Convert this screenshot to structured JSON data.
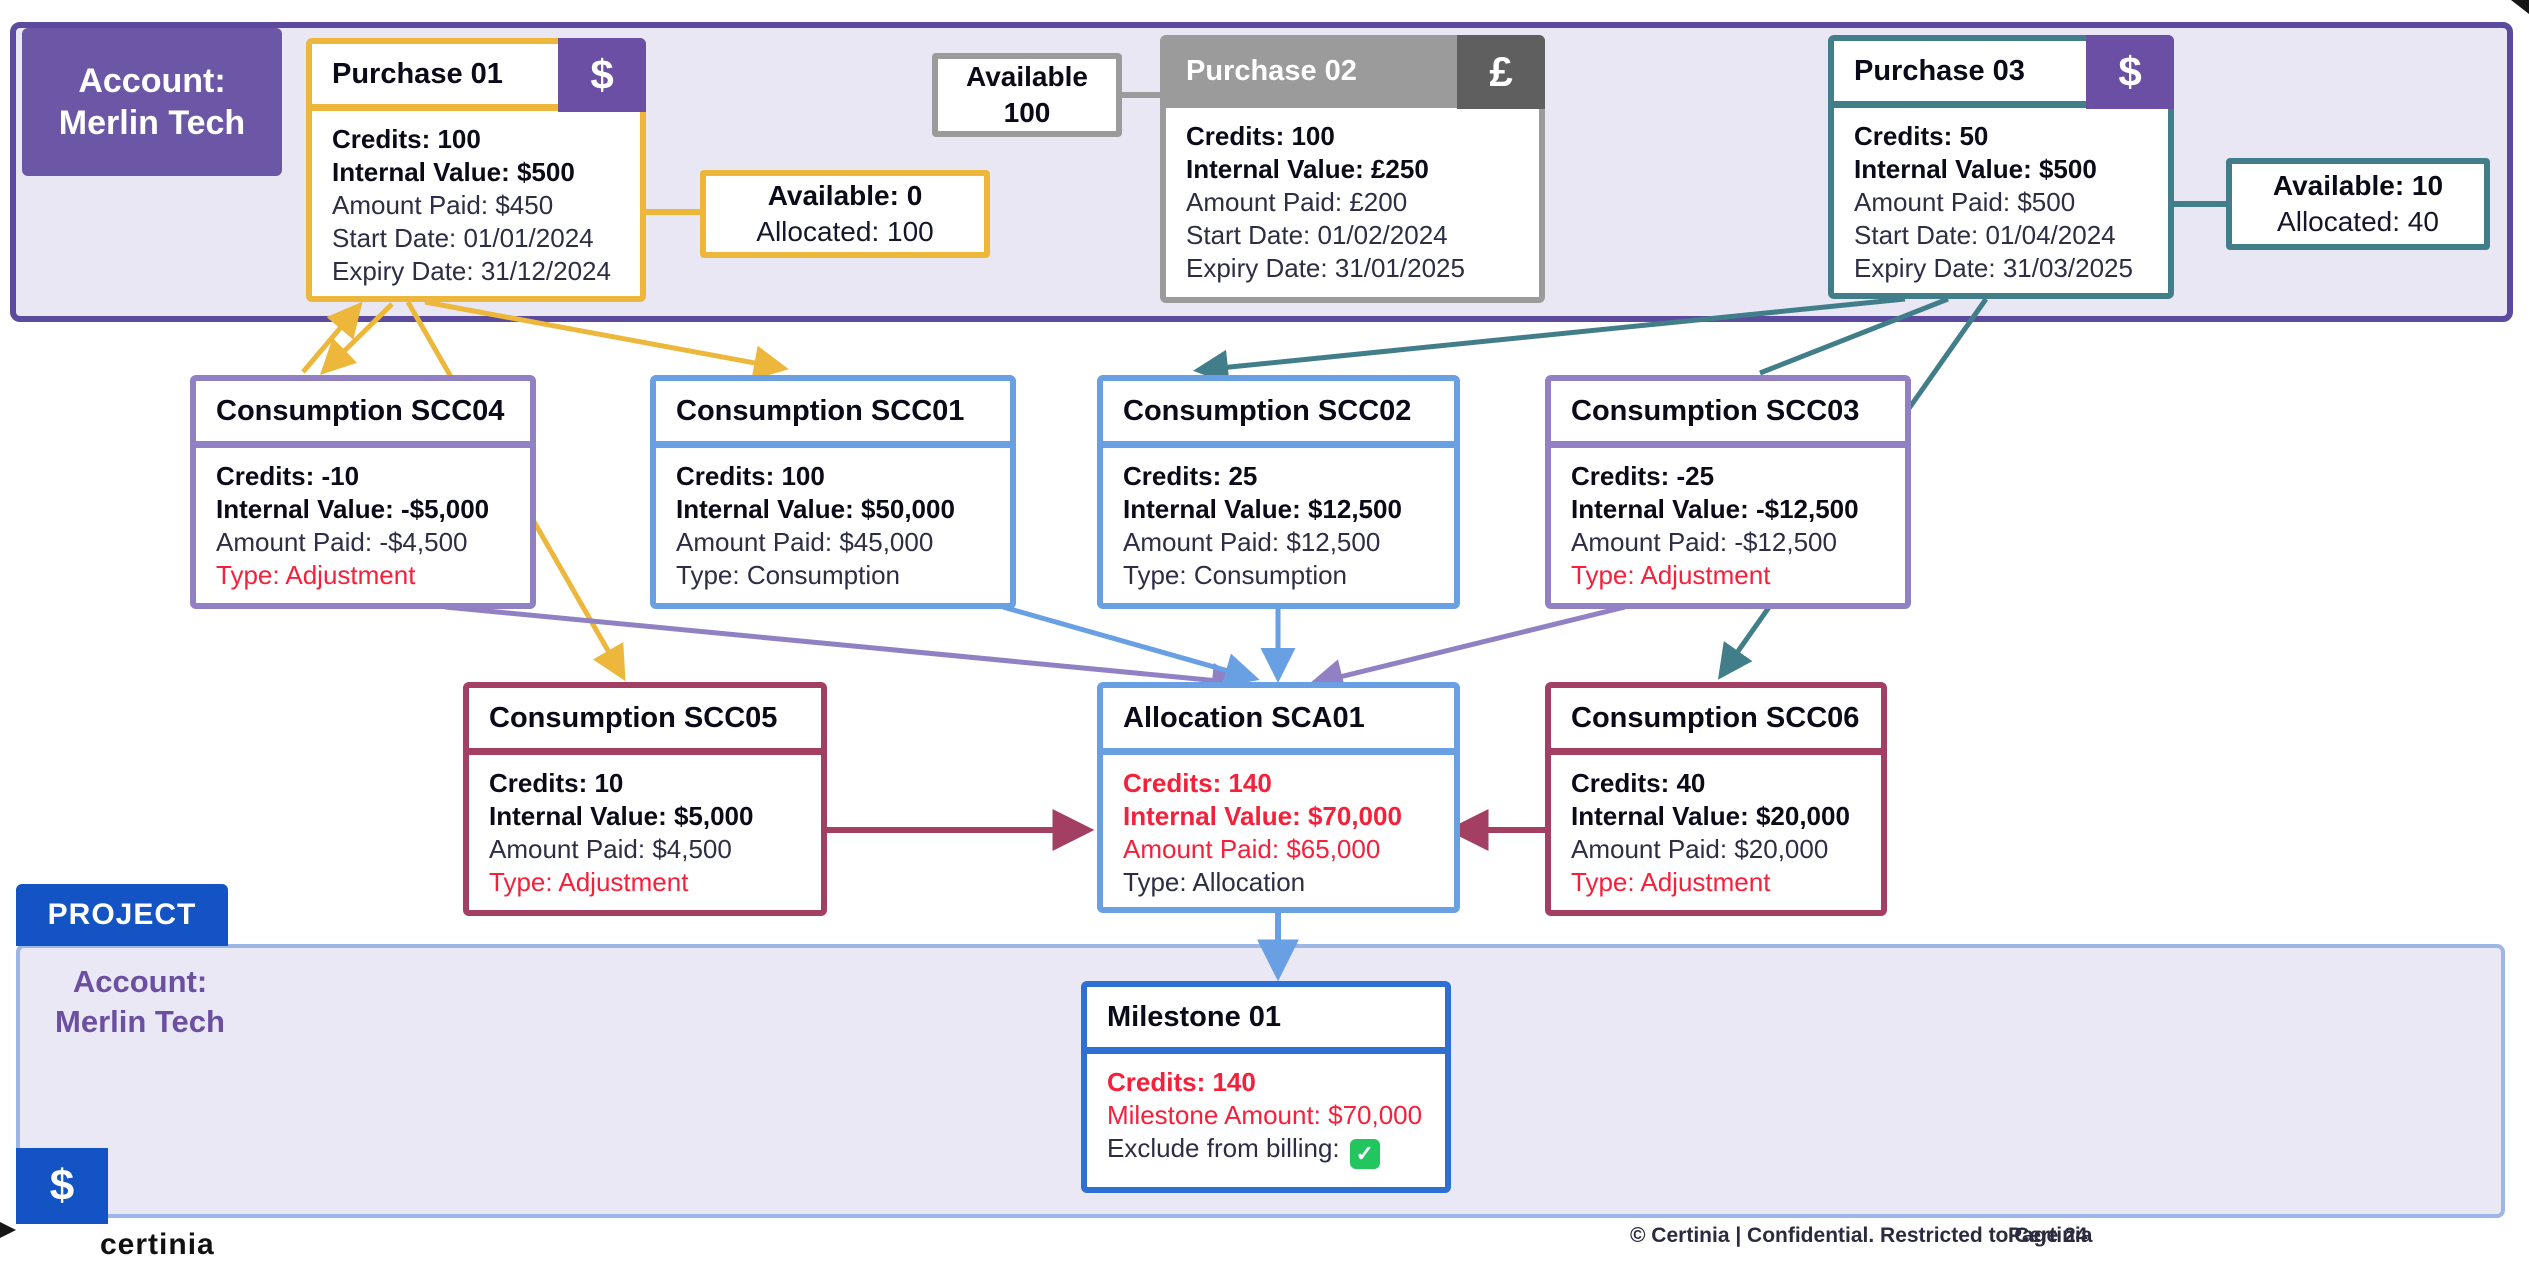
{
  "colors": {
    "band_border": "#5c4a9f",
    "band_fill": "#eae7f5",
    "yellow": "#ecb73b",
    "gray": "#9b9b9b",
    "teal": "#417e8a",
    "light_purple": "#9181c4",
    "blue": "#68a0e3",
    "maroon": "#a23f63",
    "milestone_blue": "#2e6fd2",
    "badge_purple": "#6b4fa4",
    "project_blue": "#1353c4",
    "red_text": "#f5203a",
    "check_green": "#22c55e"
  },
  "account_band": {
    "badge_line1": "Account:",
    "badge_line2": "Merlin Tech"
  },
  "purchase01": {
    "title": "Purchase 01",
    "currency": "$",
    "credits": "Credits: 100",
    "internal": "Internal Value: $500",
    "paid": "Amount Paid: $450",
    "start": "Start Date: 01/01/2024",
    "expiry": "Expiry Date: 31/12/2024"
  },
  "available0": {
    "line1": "Available: 0",
    "line2": "Allocated: 100"
  },
  "available100": {
    "line1": "Available",
    "line2": "100"
  },
  "purchase02": {
    "title": "Purchase 02",
    "currency": "£",
    "credits": "Credits: 100",
    "internal": "Internal Value: £250",
    "paid": "Amount Paid: £200",
    "start": "Start Date: 01/02/2024",
    "expiry": "Expiry Date: 31/01/2025"
  },
  "purchase03": {
    "title": "Purchase 03",
    "currency": "$",
    "credits": "Credits: 50",
    "internal": "Internal Value: $500",
    "paid": "Amount Paid: $500",
    "start": "Start Date: 01/04/2024",
    "expiry": "Expiry Date: 31/03/2025"
  },
  "available10": {
    "line1": "Available: 10",
    "line2": "Allocated: 40"
  },
  "scc04": {
    "title": "Consumption SCC04",
    "credits": "Credits: -10",
    "internal": "Internal Value: -$5,000",
    "paid": "Amount Paid: -$4,500",
    "type": "Type: Adjustment"
  },
  "scc01": {
    "title": "Consumption SCC01",
    "credits": "Credits: 100",
    "internal": "Internal Value: $50,000",
    "paid": "Amount Paid: $45,000",
    "type": "Type: Consumption"
  },
  "scc02": {
    "title": "Consumption SCC02",
    "credits": "Credits: 25",
    "internal": "Internal Value: $12,500",
    "paid": "Amount Paid: $12,500",
    "type": "Type: Consumption"
  },
  "scc03": {
    "title": "Consumption SCC03",
    "credits": "Credits: -25",
    "internal": "Internal Value: -$12,500",
    "paid": "Amount Paid: -$12,500",
    "type": "Type: Adjustment"
  },
  "scc05": {
    "title": "Consumption SCC05",
    "credits": "Credits: 10",
    "internal": "Internal Value: $5,000",
    "paid": "Amount Paid: $4,500",
    "type": "Type: Adjustment"
  },
  "sca01": {
    "title": "Allocation SCA01",
    "credits": "Credits: 140",
    "internal": "Internal Value: $70,000",
    "paid": "Amount Paid: $65,000",
    "type": "Type: Allocation"
  },
  "scc06": {
    "title": "Consumption SCC06",
    "credits": "Credits: 40",
    "internal": "Internal Value: $20,000",
    "paid": "Amount Paid: $20,000",
    "type": "Type: Adjustment"
  },
  "milestone": {
    "title": "Milestone 01",
    "credits": "Credits: 140",
    "amount": "Milestone Amount: $70,000",
    "exclude_label": "Exclude from billing:",
    "check": "✓"
  },
  "project": {
    "tab": "PROJECT",
    "account_line1": "Account:",
    "account_line2": "Merlin Tech",
    "currency": "$"
  },
  "footer": {
    "copyright": "© Certinia | Confidential. Restricted to Certinia",
    "page": "Page 24",
    "logo": "certinia"
  }
}
